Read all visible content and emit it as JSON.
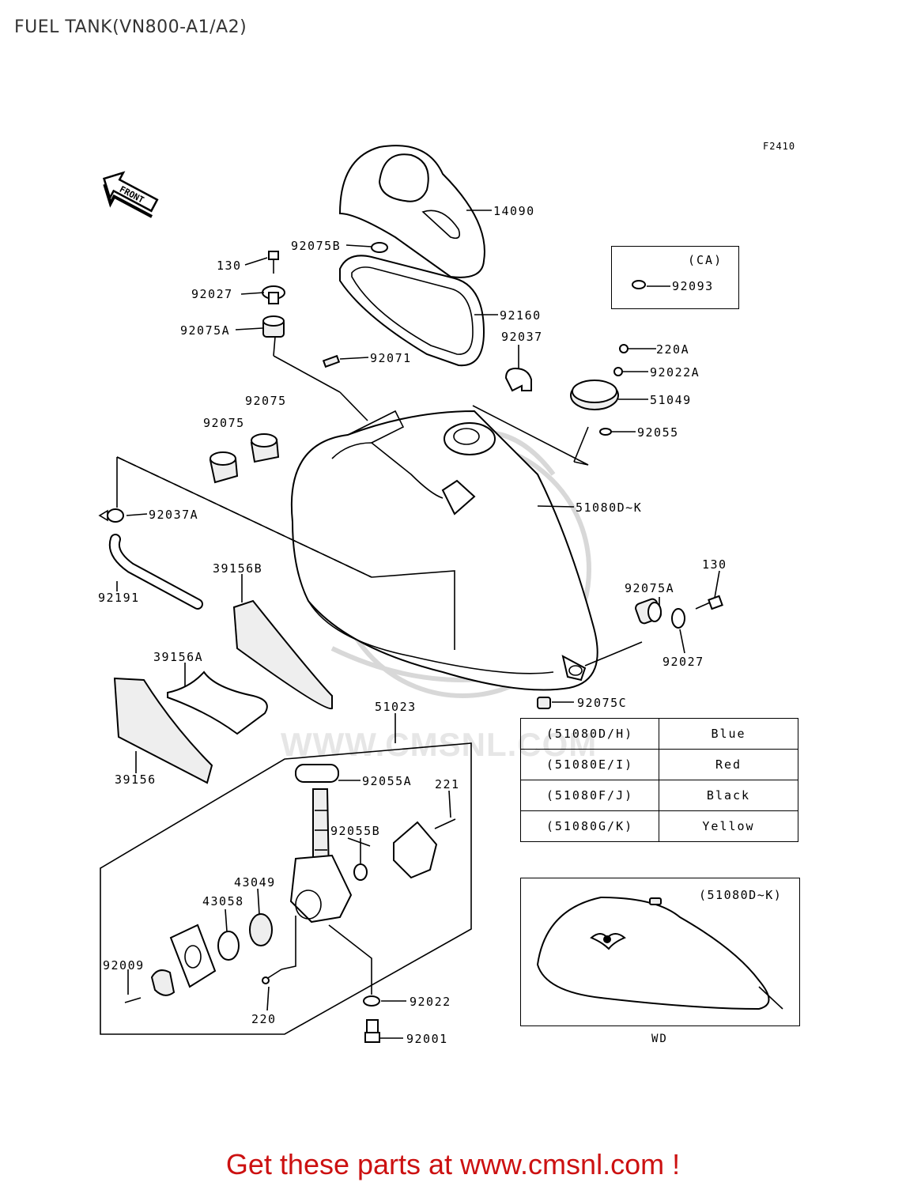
{
  "title": "FUEL TANK(VN800-A1/A2)",
  "figure_code": "F2410",
  "front_label": "FRONT",
  "watermark": "WWW.CMSNL.COM",
  "part_labels": {
    "p14090": "14090",
    "p92075B": "92075B",
    "p130_top": "130",
    "p92027_top": "92027",
    "p92075A_top": "92075A",
    "p92160": "92160",
    "p92037": "92037",
    "p92071": "92071",
    "p220A": "220A",
    "p92022A": "92022A",
    "p51049": "51049",
    "p92055": "92055",
    "p92075_a": "92075",
    "p92075_b": "92075",
    "p92037A": "92037A",
    "p51080DK": "51080D~K",
    "p39156B": "39156B",
    "p92191": "92191",
    "p130_right": "130",
    "p92075A_right": "92075A",
    "p92027_right": "92027",
    "p92075C": "92075C",
    "p39156A": "39156A",
    "p39156": "39156",
    "p51023": "51023",
    "p92055A": "92055A",
    "p221": "221",
    "p92055B": "92055B",
    "p43049": "43049",
    "p43058": "43058",
    "p92009": "92009",
    "p220": "220",
    "p92022": "92022",
    "p92001": "92001"
  },
  "ca_box": {
    "label": "(CA)",
    "part": "92093"
  },
  "color_table": [
    {
      "code": "(51080D/H)",
      "color": "Blue"
    },
    {
      "code": "(51080E/I)",
      "color": "Red"
    },
    {
      "code": "(51080F/J)",
      "color": "Black"
    },
    {
      "code": "(51080G/K)",
      "color": "Yellow"
    }
  ],
  "wd_box": {
    "label": "(51080D~K)",
    "caption": "WD"
  },
  "footer": "Get these parts at www.cmsnl.com !"
}
